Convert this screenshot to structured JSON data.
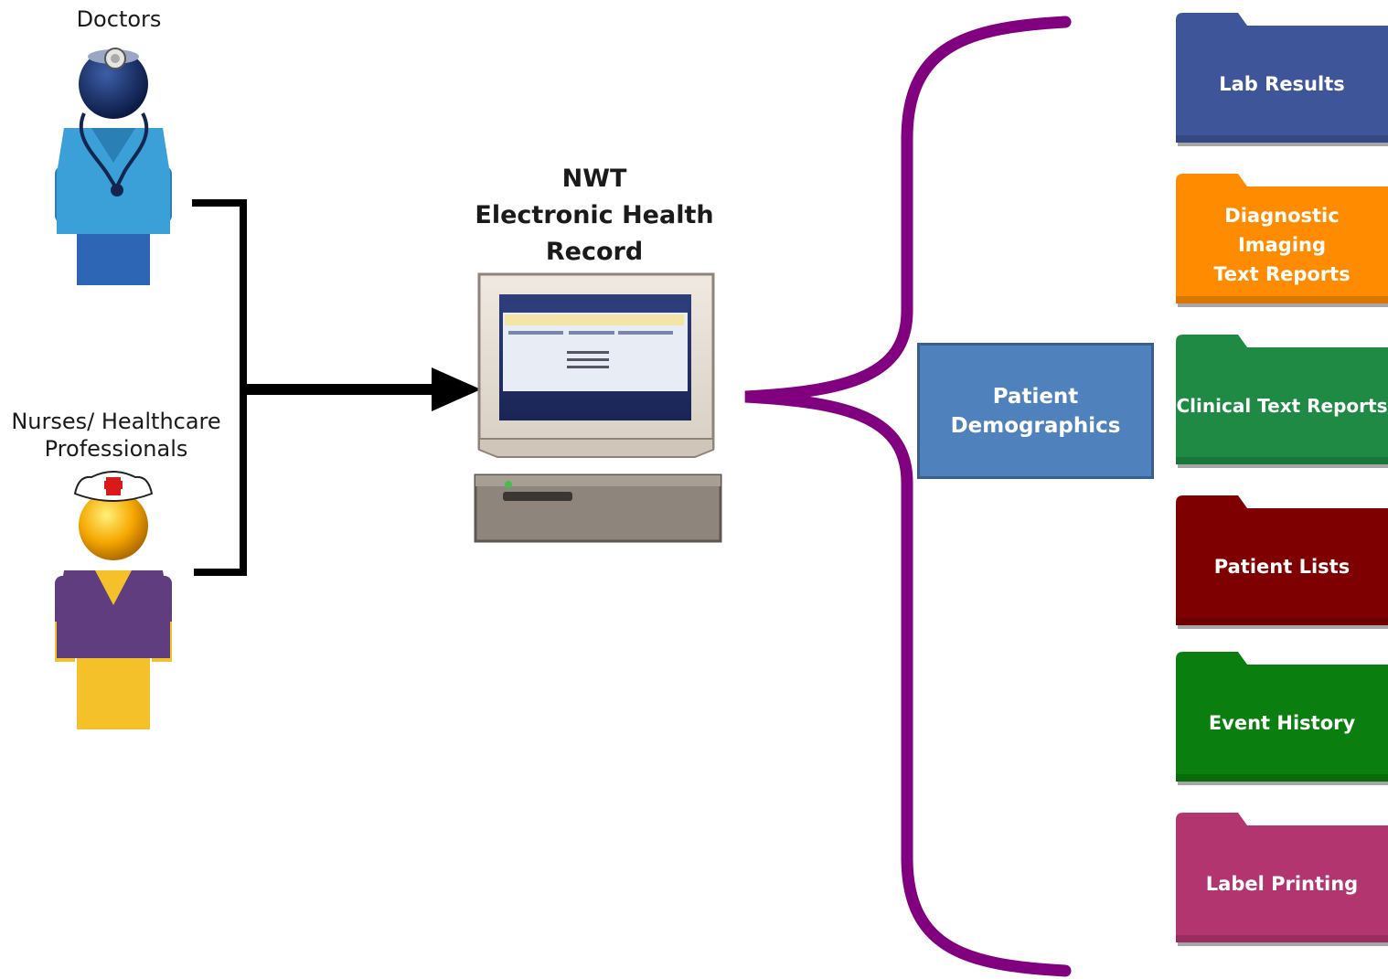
{
  "roles": {
    "doctors": "Doctors",
    "nurses_line1": "Nurses/ Healthcare",
    "nurses_line2": "Professionals"
  },
  "ehr": {
    "line1": "NWT",
    "line2": "Electronic Health",
    "line3": "Record"
  },
  "demographics": {
    "line1": "Patient",
    "line2": "Demographics",
    "color": "#4f81bd"
  },
  "folders": [
    {
      "label": "Lab Results",
      "color": "#3f5599"
    },
    {
      "label": "Diagnostic\nImaging\nText Reports",
      "color": "#ff8c00"
    },
    {
      "label": "Clinical Text Reports",
      "color": "#1e8a43"
    },
    {
      "label": "Patient Lists",
      "color": "#7f0000"
    },
    {
      "label": "Event History",
      "color": "#0a7f10"
    },
    {
      "label": "Label Printing",
      "color": "#b3356f"
    }
  ],
  "colors": {
    "brace": "#800080",
    "connector": "#000000",
    "doctor_scrubs": "#3ca0d8",
    "nurse_top": "#5f3d7e",
    "nurse_bottom": "#f5c12a"
  },
  "icons": [
    "doctor-icon",
    "nurse-icon",
    "computer-icon",
    "folder-icon"
  ]
}
